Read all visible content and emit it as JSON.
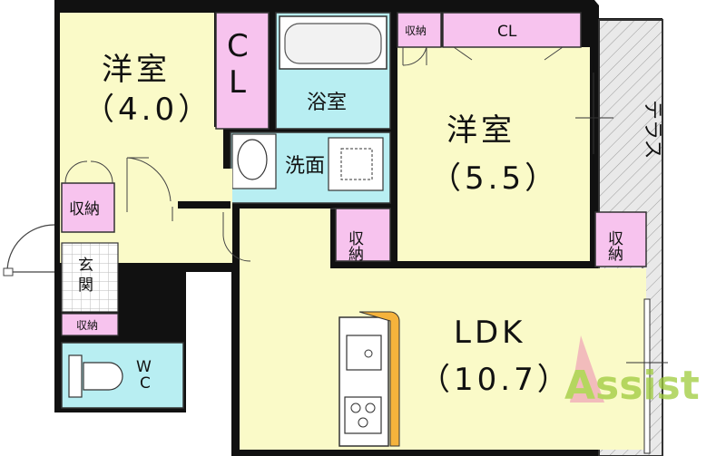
{
  "rooms": {
    "western_small": {
      "name": "洋室",
      "size": "（4.0）"
    },
    "western_large": {
      "name": "洋室",
      "size": "（5.5）"
    },
    "ldk": {
      "name": "LDK",
      "size": "（10.7）"
    },
    "bath": "浴室",
    "washroom": "洗面",
    "entrance": "玄関",
    "wc": "WC",
    "terrace": "テラス"
  },
  "storage": {
    "closet_small": "CL",
    "closet_large": "CL",
    "storage_label": "収納"
  },
  "watermark": "Assist",
  "colors": {
    "wall": "#111111",
    "room_yellow": "#fafac8",
    "storage_pink": "#f7c3ee",
    "wet_cyan": "#b8eef2",
    "terrace_gray": "#e8e8e8",
    "kitchen_orange": "#f5b33c",
    "watermark_green": "#9ecb3c"
  }
}
